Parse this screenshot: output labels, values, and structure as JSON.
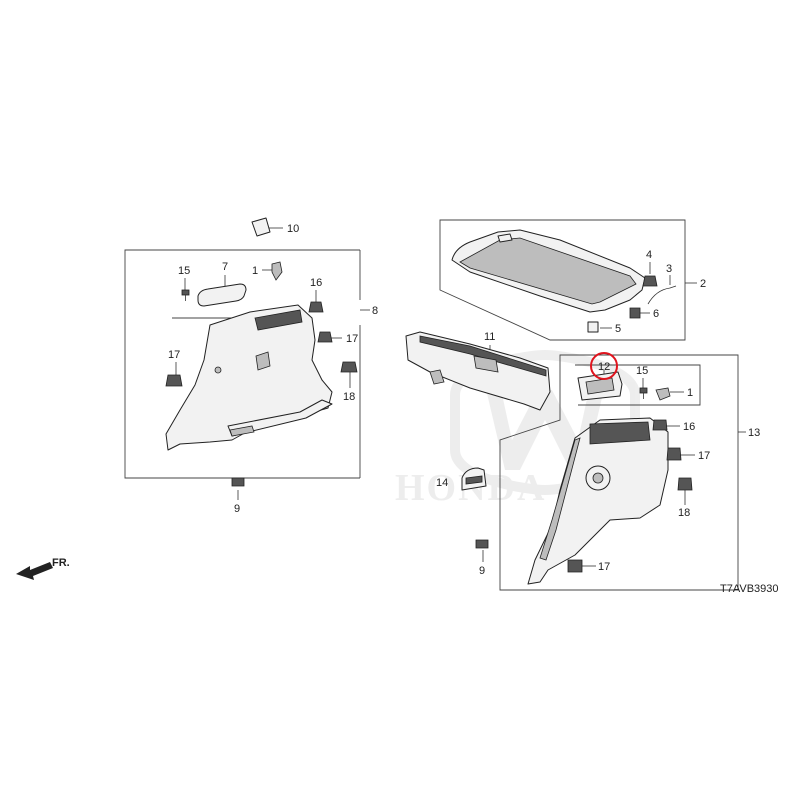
{
  "diagram": {
    "code": "T7AVB3930",
    "front_indicator": "FR.",
    "watermark": "HONDA",
    "highlight_color": "#e0141e",
    "callouts": {
      "c1a": "1",
      "c1b": "1",
      "c2": "2",
      "c3": "3",
      "c4": "4",
      "c5": "5",
      "c6": "6",
      "c7": "7",
      "c8": "8",
      "c9a": "9",
      "c9b": "9",
      "c10": "10",
      "c11": "11",
      "c12": "12",
      "c13": "13",
      "c14": "14",
      "c15a": "15",
      "c15b": "15",
      "c16a": "16",
      "c16b": "16",
      "c17a": "17",
      "c17b": "17",
      "c17c": "17",
      "c17d": "17",
      "c18a": "18",
      "c18b": "18"
    }
  }
}
